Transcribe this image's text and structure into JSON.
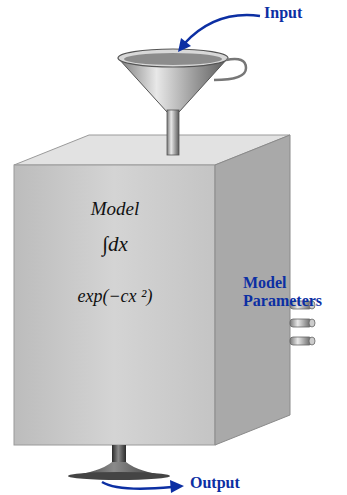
{
  "diagram": {
    "nodes": [
      {
        "text": [
          "Model",
          "∫dx",
          "exp(−cx ²)"
        ]
      }
    ],
    "labels": [
      "Input",
      "Model Parameters",
      "Output"
    ]
  }
}
